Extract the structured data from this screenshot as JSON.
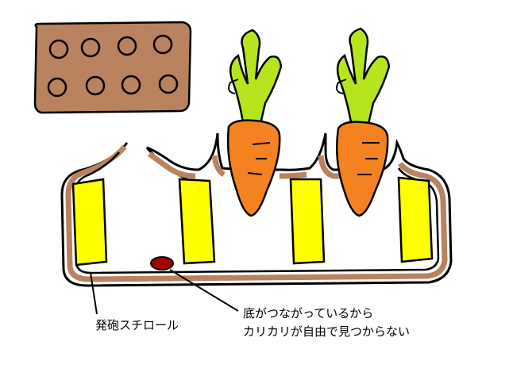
{
  "labels": {
    "styrofoam": "発砲スチロール",
    "note_line1": "底がつながっているから",
    "note_line2": "カリカリが自由で見つからない"
  },
  "colors": {
    "tray_brown": "#b8835e",
    "tray_outline": "#000000",
    "wall_yellow": "#ffff00",
    "carrot_orange": "#f58220",
    "carrot_leaf": "#b5e61d",
    "pellet_red": "#a50000",
    "background": "#ffffff"
  }
}
